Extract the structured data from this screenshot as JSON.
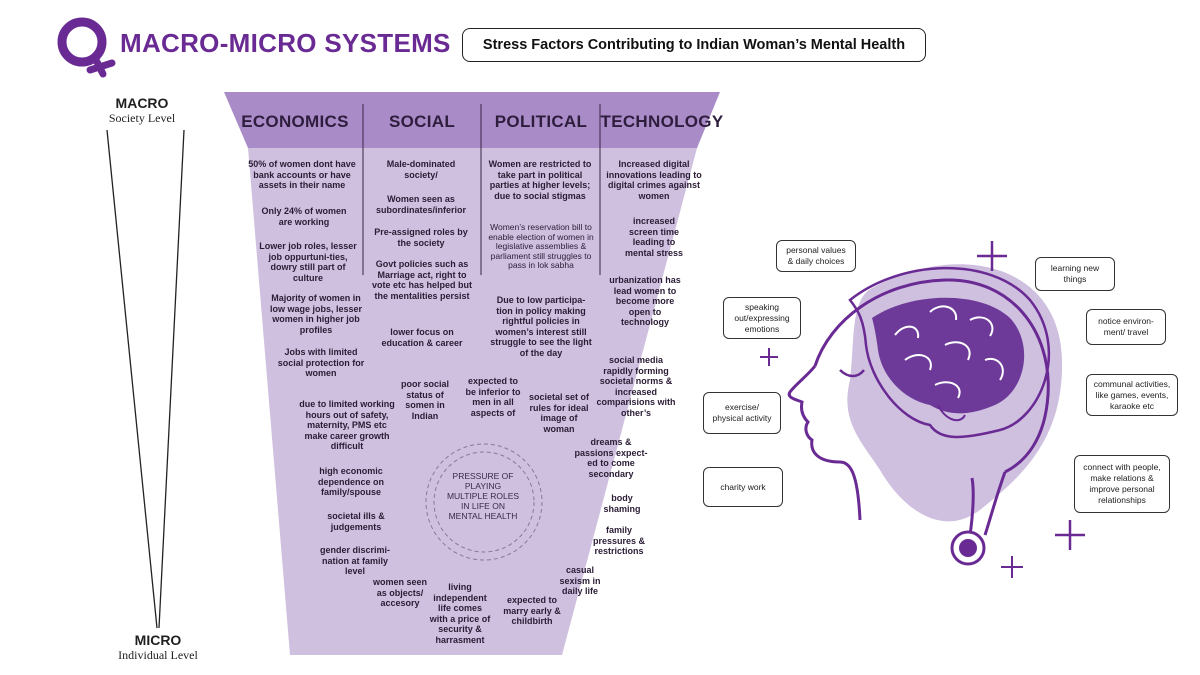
{
  "header": {
    "title": "MACRO-MICRO SYSTEMS",
    "subtitle": "Stress Factors Contributing to Indian Woman’s Mental Health"
  },
  "levels": {
    "macro": "MACRO",
    "macro_sub": "Society Level",
    "micro": "MICRO",
    "micro_sub": "Individual Level"
  },
  "columns": [
    "ECONOMICS",
    "SOCIAL",
    "POLITICAL",
    "TECHNOLOGY"
  ],
  "factors": {
    "economics": [
      "50% of women dont have bank accounts or have assets in their name",
      "Only 24% of women are working",
      "Lower job roles, lesser job oppurtuni-ties, dowry still part of culture",
      "Majority of women in low wage jobs, lesser women in higher job profiles",
      "Jobs with limited social protection for women",
      "due to limited working hours out of safety, maternity, PMS etc make career growth difficult",
      "high economic dependence on family/spouse",
      "societal ills & judgements",
      "gender discrimi-nation at family level"
    ],
    "social": [
      "Male-dominated society/",
      "Women seen as subordinates/inferior",
      "Pre-assigned roles by the society",
      "Govt policies such as Marriage act, right to vote etc has helped but the mentalities persist",
      "lower focus on education & career",
      "poor social status of somen in Indian"
    ],
    "political": [
      "Women are restricted to take part in political parties at higher levels; due to social stigmas",
      "Women’s reservation bill to enable election of women in legislative assemblies & parliament still struggles to pass in lok sabha",
      "Due to low participa-tion in policy making rightful policies in women’s interest still struggle to see the light of the day"
    ],
    "technology": [
      "Increased digital innovations leading to digital crimes against women",
      "increased screen time leading to mental stress",
      "urbanization has lead women to become more open to technology",
      "social media rapidly forming societal norms & increased comparisions with other’s"
    ],
    "lower": [
      "expected to be inferior to men in all aspects of",
      "societal set of rules for ideal image of woman",
      "dreams & passions expect-ed to come secondary",
      "body shaming",
      "family pressures & restrictions",
      "casual sexism in daily life",
      "expected to marry early & childbirth",
      "living independent life comes with a price of security & harrasment",
      "women seen as objects/ accesory"
    ],
    "center": "PRESSURE OF PLAYING MULTIPLE ROLES IN LIFE ON MENTAL HEALTH"
  },
  "coping": [
    "personal values & daily choices",
    "speaking out/expressing emotions",
    "exercise/ physical activity",
    "charity work",
    "learning new things",
    "notice environ-ment/ travel",
    "communal activities, like games, events, karaoke etc",
    "connect with people, make relations & improve personal relationships"
  ],
  "colors": {
    "purple_dark": "#6a2a93",
    "purple_mid": "#a98bc8",
    "purple_light": "#cfc0e0",
    "brain_fill": "#6e3a9a"
  },
  "icons": [
    "female-symbol-icon",
    "plus-icon",
    "brain-icon"
  ]
}
